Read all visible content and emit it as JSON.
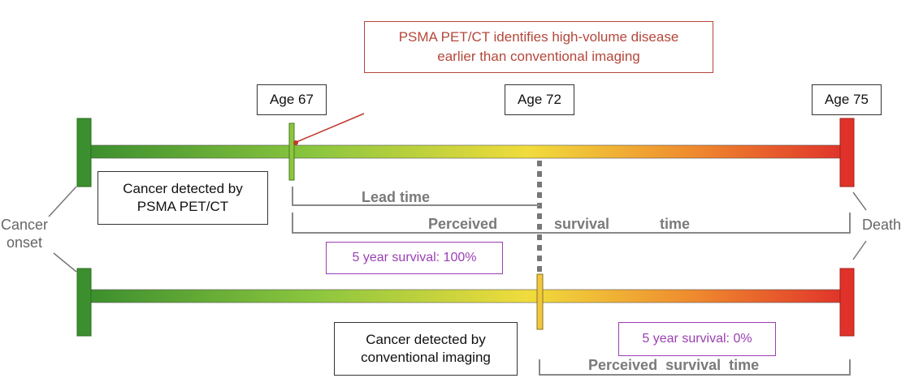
{
  "callout": {
    "line1": "PSMA PET/CT identifies high-volume disease",
    "line2": "earlier than conventional imaging"
  },
  "ages": {
    "age67": "Age 67",
    "age72": "Age 72",
    "age75": "Age 75"
  },
  "top_timeline": {
    "detected_line1": "Cancer detected by",
    "detected_line2": "PSMA PET/CT",
    "lead_time": "Lead time",
    "perceived_1": "Perceived",
    "perceived_2": "survival",
    "perceived_3": "time",
    "survival_rate": "5 year survival: 100%"
  },
  "bottom_timeline": {
    "detected_line1": "Cancer detected by",
    "detected_line2": "conventional imaging",
    "perceived": "Perceived  survival  time",
    "survival_rate": "5 year survival: 0%"
  },
  "side_labels": {
    "onset_line1": "Cancer",
    "onset_line2": "onset",
    "death": "Death"
  },
  "colors": {
    "green": "#3c8f2e",
    "yellow": "#f0dc3c",
    "orange": "#ef8a2e",
    "red": "#e0322a",
    "callout": "#b5473a",
    "survival": "#9a3fb3"
  }
}
